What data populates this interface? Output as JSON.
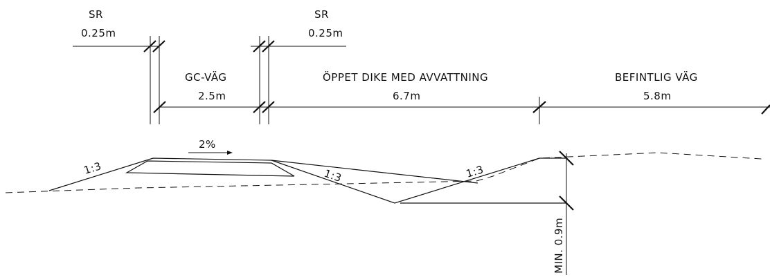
{
  "labels": {
    "sr_left_name": "SR",
    "sr_left_width": "0.25m",
    "sr_right_name": "SR",
    "sr_right_width": "0.25m",
    "gc_name": "GC-VÄG",
    "gc_width": "2.5m",
    "dike_name": "ÖPPET DIKE MED AVVATTNING",
    "dike_width": "6.7m",
    "road_name": "BEFINTLIG VÄG",
    "road_width": "5.8m",
    "slope_pct": "2%",
    "slope_left": "1:3",
    "slope_inner": "1:3",
    "slope_right": "1:3",
    "min_depth": "MIN. 0.9m"
  }
}
